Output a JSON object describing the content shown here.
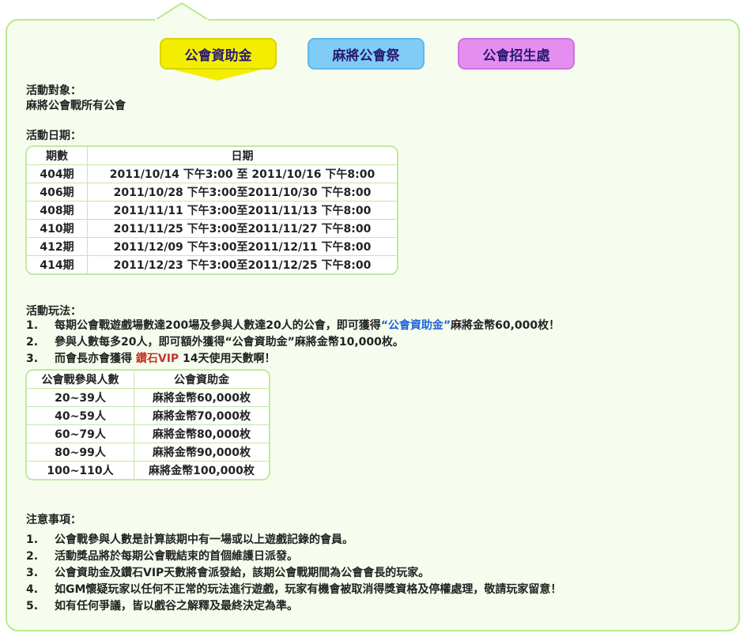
{
  "tabs": [
    {
      "label": "公會資助金",
      "color": "#f3ee00"
    },
    {
      "label": "麻將公會祭",
      "color": "#7fcdf7"
    },
    {
      "label": "公會招生處",
      "color": "#e48ef0"
    }
  ],
  "target": {
    "heading": "活動對象：",
    "text": "麻將公會戰所有公會"
  },
  "dates": {
    "heading": "活動日期：",
    "headers": [
      "期數",
      "日期"
    ],
    "rows": [
      [
        "404期",
        "2011/10/14 下午3:00 至 2011/10/16 下午8:00"
      ],
      [
        "406期",
        "2011/10/28 下午3:00至2011/10/30 下午8:00"
      ],
      [
        "408期",
        "2011/11/11 下午3:00至2011/11/13 下午8:00"
      ],
      [
        "410期",
        "2011/11/25 下午3:00至2011/11/27 下午8:00"
      ],
      [
        "412期",
        "2011/12/09 下午3:00至2011/12/11 下午8:00"
      ],
      [
        "414期",
        "2011/12/23 下午3:00至2011/12/25 下午8:00"
      ]
    ]
  },
  "rules": {
    "heading": "活動玩法：",
    "items": [
      {
        "num": "1.",
        "pre": "每期公會戰遊戲場數達200場及參與人數達20人的公會，即可獲得",
        "hl": "“公會資助金”",
        "post": "麻將金幣60,000枚！"
      },
      {
        "num": "2.",
        "text": "參與人數每多20人，即可額外獲得“公會資助金”麻將金幣10,000枚。"
      },
      {
        "num": "3.",
        "pre": "而會長亦會獲得 ",
        "hl": "鑽石VIP",
        "post": " 14天使用天數啊！"
      }
    ]
  },
  "rewards": {
    "headers": [
      "公會戰參與人數",
      "公會資助金"
    ],
    "rows": [
      [
        "20~39人",
        "麻將金幣60,000枚"
      ],
      [
        "40~59人",
        "麻將金幣70,000枚"
      ],
      [
        "60~79人",
        "麻將金幣80,000枚"
      ],
      [
        "80~99人",
        "麻將金幣90,000枚"
      ],
      [
        "100~110人",
        "麻將金幣100,000枚"
      ]
    ]
  },
  "notes": {
    "heading": "注意事項：",
    "items": [
      {
        "num": "1.",
        "text": "公會戰參與人數是計算該期中有一場或以上遊戲記錄的會員。"
      },
      {
        "num": "2.",
        "text": "活動獎品將於每期公會戰結束的首個維護日派發。"
      },
      {
        "num": "3.",
        "text": "公會資助金及鑽石VIP天數將會派發給，該期公會戰期間為公會會長的玩家。"
      },
      {
        "num": "4.",
        "text": "如GM懷疑玩家以任何不正常的玩法進行遊戲，玩家有機會被取消得獎資格及停權處理，敬請玩家留意！"
      },
      {
        "num": "5.",
        "text": "如有任何爭議，皆以戲谷之解釋及最終決定為準。"
      }
    ]
  }
}
